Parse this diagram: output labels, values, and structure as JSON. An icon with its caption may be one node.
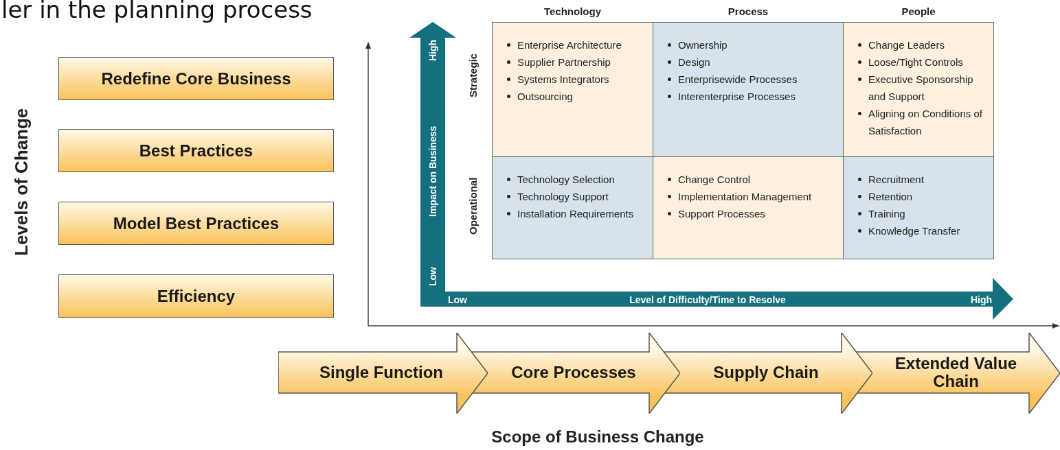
{
  "diagram": {
    "title": "ler in the planning process",
    "nodes": [
      {
        "text": [
          "Redefine Core Business"
        ]
      },
      {
        "text": [
          "Best Practices"
        ]
      },
      {
        "text": [
          "Model Best Practices"
        ]
      },
      {
        "text": [
          "Efficiency"
        ]
      },
      {
        "text": [
          "Enterprise Architecture",
          "Supplier Partnership",
          "Systems Integrators",
          "Outsourcing"
        ]
      },
      {
        "text": [
          "Ownership",
          "Design",
          "Enterprisewide Processes",
          "Interenterprise Processes"
        ]
      },
      {
        "text": [
          "Change Leaders",
          "Loose/Tight Controls",
          "Executive Sponsorship and Support",
          "Aligning on Conditions of Satisfaction"
        ]
      },
      {
        "text": [
          "Technology Selection",
          "Technology Support",
          "Installation Requirements"
        ]
      },
      {
        "text": [
          "Change Control",
          "Implementation Management",
          "Support Processes"
        ]
      },
      {
        "text": [
          "Recruitment",
          "Retention",
          "Training",
          "Knowledge Transfer"
        ]
      },
      {
        "text": [
          "Single Function"
        ]
      },
      {
        "text": [
          "Core Processes"
        ]
      },
      {
        "text": [
          "Supply Chain"
        ]
      },
      {
        "text": [
          "Extended Value Chain"
        ]
      }
    ],
    "labels": [
      "Technology",
      "Process",
      "People",
      "High",
      "Strategic",
      "Levels of Change",
      "Impact on Business",
      "Operational",
      "Low",
      "Low",
      "Level of Difficulty/Time to Resolve",
      "High",
      "Scope of Business Change"
    ]
  }
}
